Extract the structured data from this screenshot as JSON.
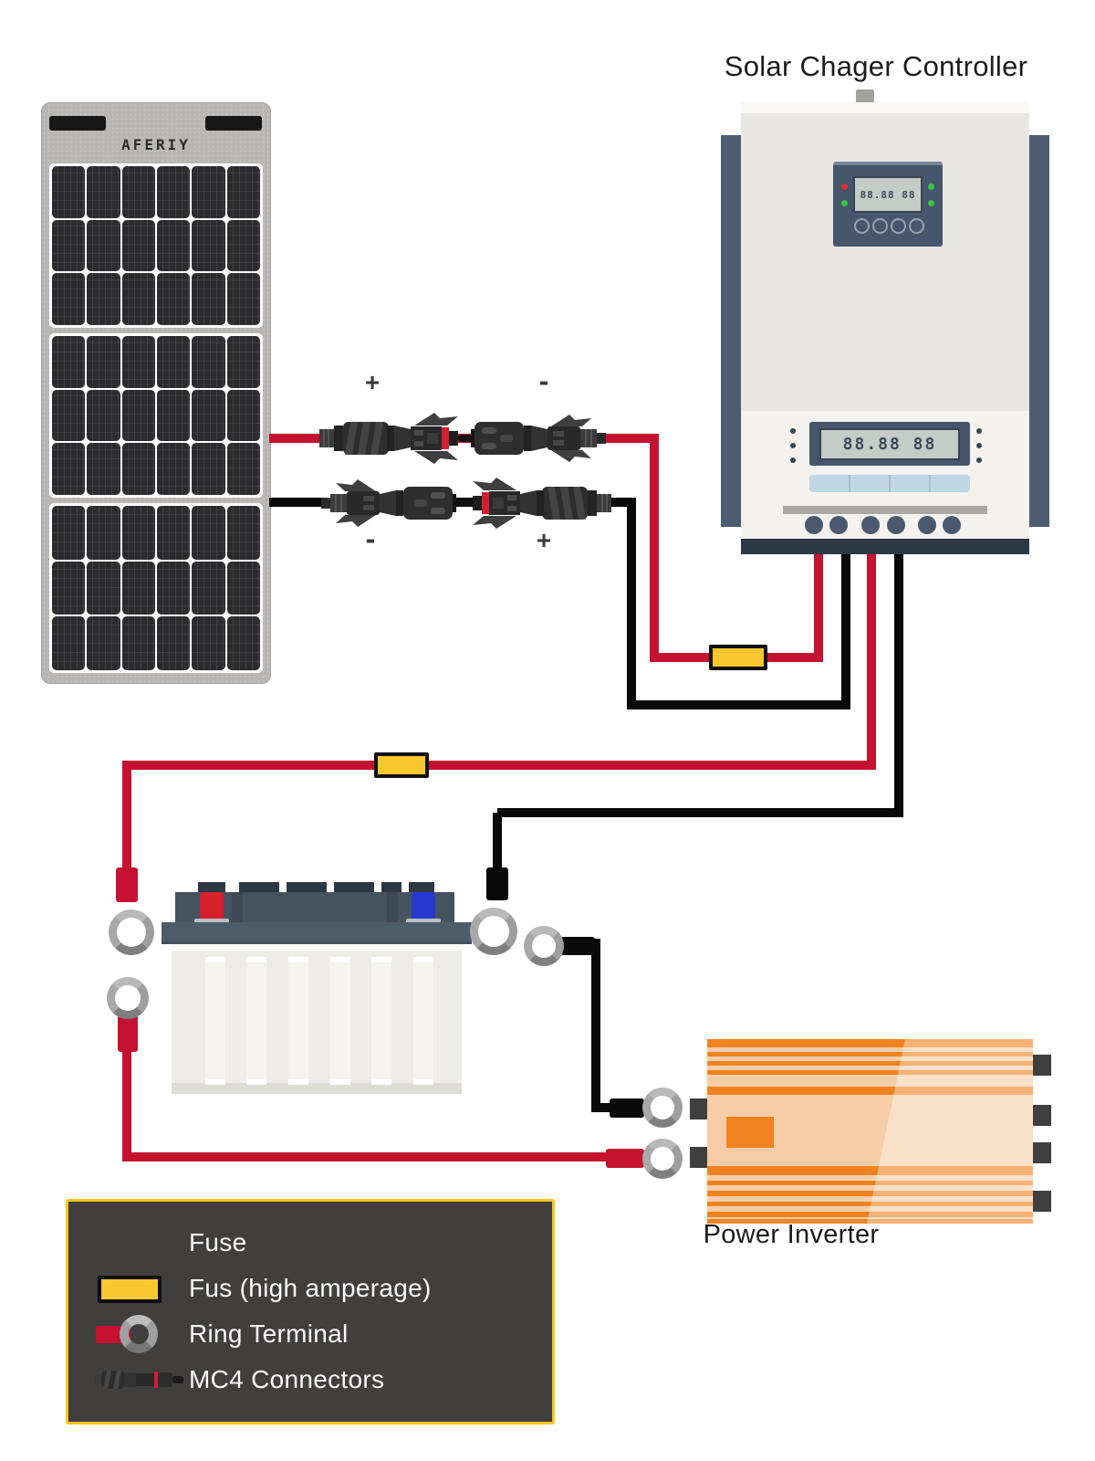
{
  "title": "Solar Chager Controller",
  "panel": {
    "brand": "AFERIY"
  },
  "mc4": {
    "top_left_sign": "+",
    "top_right_sign": "-",
    "bottom_left_sign": "-",
    "bottom_right_sign": "+"
  },
  "controller": {
    "lcd_top": "88.88 88",
    "lcd_bottom": "88.88 88"
  },
  "inverter": {
    "label": "Power Inverter"
  },
  "legend": {
    "items": [
      {
        "icon": "none",
        "label": "Fuse"
      },
      {
        "icon": "fuse-icon",
        "label": "Fus (high amperage)"
      },
      {
        "icon": "ring-terminal-icon",
        "label": "Ring Terminal"
      },
      {
        "icon": "mc4-connectors-icon",
        "label": "MC4 Connectors"
      }
    ]
  },
  "colors": {
    "wire_red": "#c41230",
    "wire_black": "#0a0a0a",
    "fuse_yellow": "#f9c72f",
    "legend_bg": "#413e3e",
    "legend_border": "#f6c51f",
    "legend_text": "#fafafa",
    "inverter_orange": "#f0831f",
    "inverter_light": "#f6cda6",
    "controller_slate": "#46566c",
    "battery_lid": "#46535f",
    "terminal_red": "#d6202e",
    "terminal_blue": "#2738cf",
    "ring_gray": "#9e9e9e"
  }
}
